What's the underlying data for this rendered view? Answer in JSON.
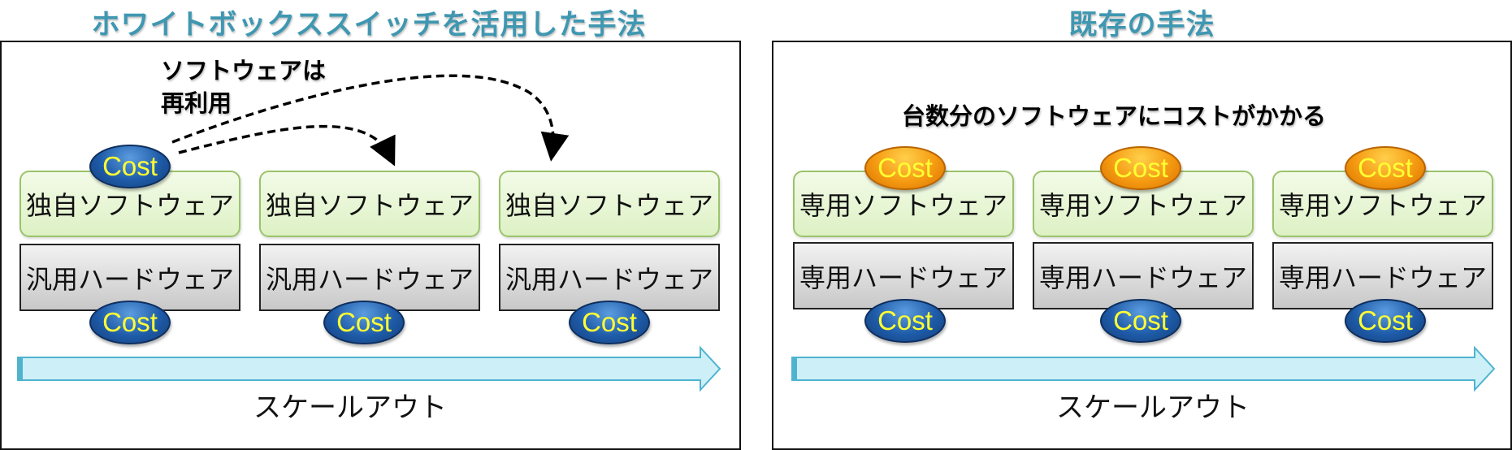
{
  "left": {
    "title": "ホワイトボックススイッチを活用した手法",
    "note_line1": "ソフトウェアは",
    "note_line2": "再利用",
    "units": [
      {
        "software": "独自ソフトウェア",
        "hardware": "汎用ハードウェア",
        "software_cost": "Cost",
        "hardware_cost": "Cost"
      },
      {
        "software": "独自ソフトウェア",
        "hardware": "汎用ハードウェア",
        "hardware_cost": "Cost"
      },
      {
        "software": "独自ソフトウェア",
        "hardware": "汎用ハードウェア",
        "hardware_cost": "Cost"
      }
    ],
    "scale_label": "スケールアウト"
  },
  "right": {
    "title": "既存の手法",
    "note": "台数分のソフトウェアにコストがかかる",
    "units": [
      {
        "software": "専用ソフトウェア",
        "hardware": "専用ハードウェア",
        "software_cost": "Cost",
        "hardware_cost": "Cost"
      },
      {
        "software": "専用ソフトウェア",
        "hardware": "専用ハードウェア",
        "software_cost": "Cost",
        "hardware_cost": "Cost"
      },
      {
        "software": "専用ソフトウェア",
        "hardware": "専用ハードウェア",
        "software_cost": "Cost",
        "hardware_cost": "Cost"
      }
    ],
    "scale_label": "スケールアウト"
  },
  "colors": {
    "title": "#3f97b1",
    "software_fill": "#e4f4d0",
    "software_border": "#9bc36b",
    "hardware_fill": "#d9d9d9",
    "cost_blue": "#1e5ba8",
    "cost_orange": "#f59a12",
    "cost_text": "#ffff33",
    "arrow_fill": "#cdeff8"
  }
}
